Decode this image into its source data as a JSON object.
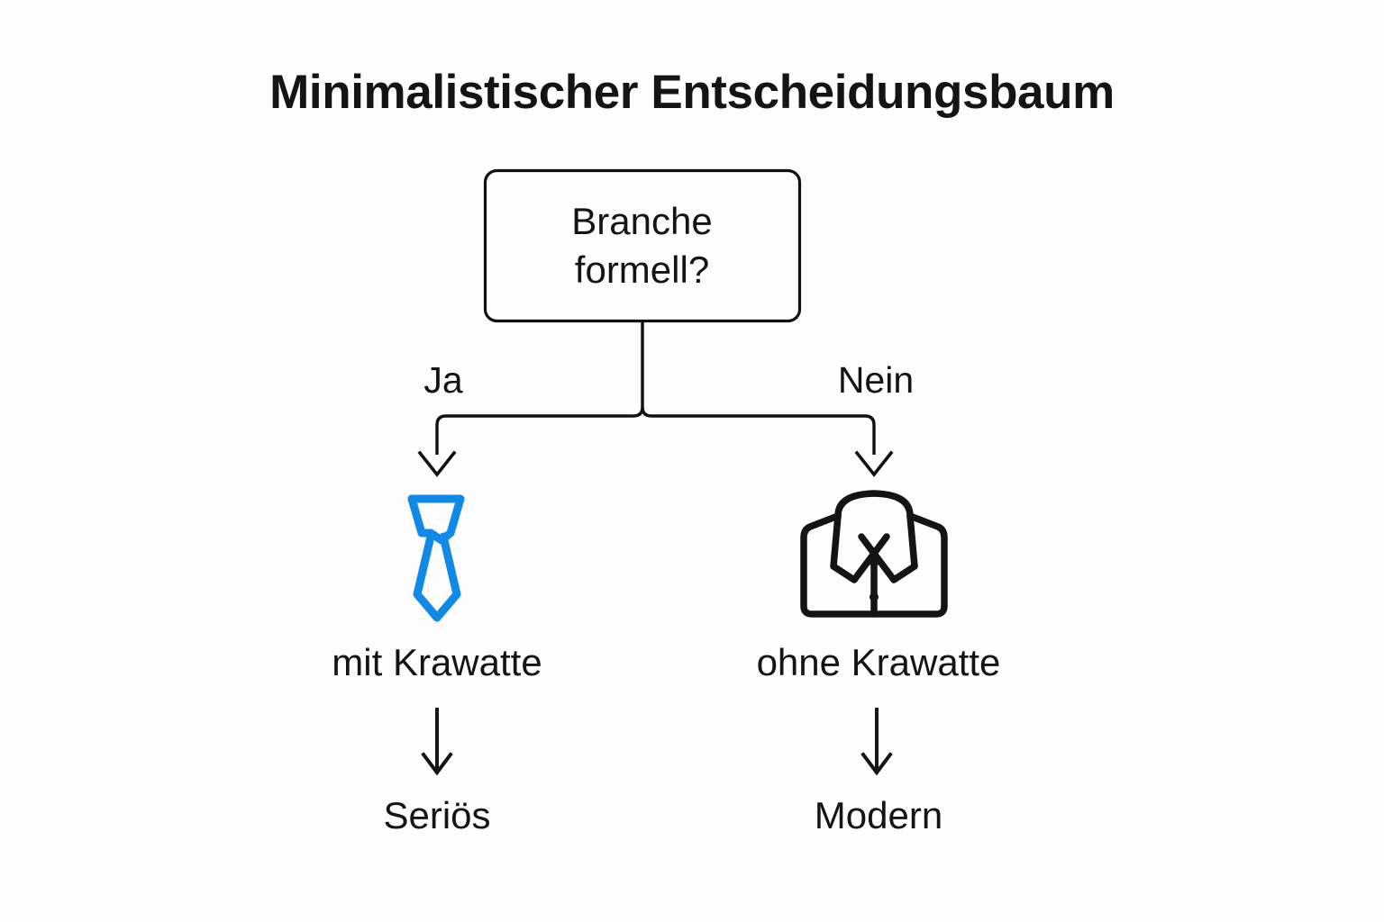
{
  "title": "Minimalistischer Entscheidungsbaum",
  "colors": {
    "background": "#fdfdfd",
    "ink": "#141414",
    "stroke": "#111111",
    "accent_blue": "#1189e6"
  },
  "tree": {
    "root": {
      "line1": "Branche",
      "line2": "formell?"
    },
    "edges": [
      {
        "label": "Ja",
        "side": "left"
      },
      {
        "label": "Nein",
        "side": "right"
      }
    ],
    "branches": [
      {
        "side": "left",
        "icon": "necktie-icon",
        "icon_color": "#1189e6",
        "leaf_label": "mit Krawatte",
        "outcome": "Seriös"
      },
      {
        "side": "right",
        "icon": "dress-shirt-icon",
        "icon_color": "#141414",
        "leaf_label": "ohne Krawatte",
        "outcome": "Modern"
      }
    ]
  }
}
